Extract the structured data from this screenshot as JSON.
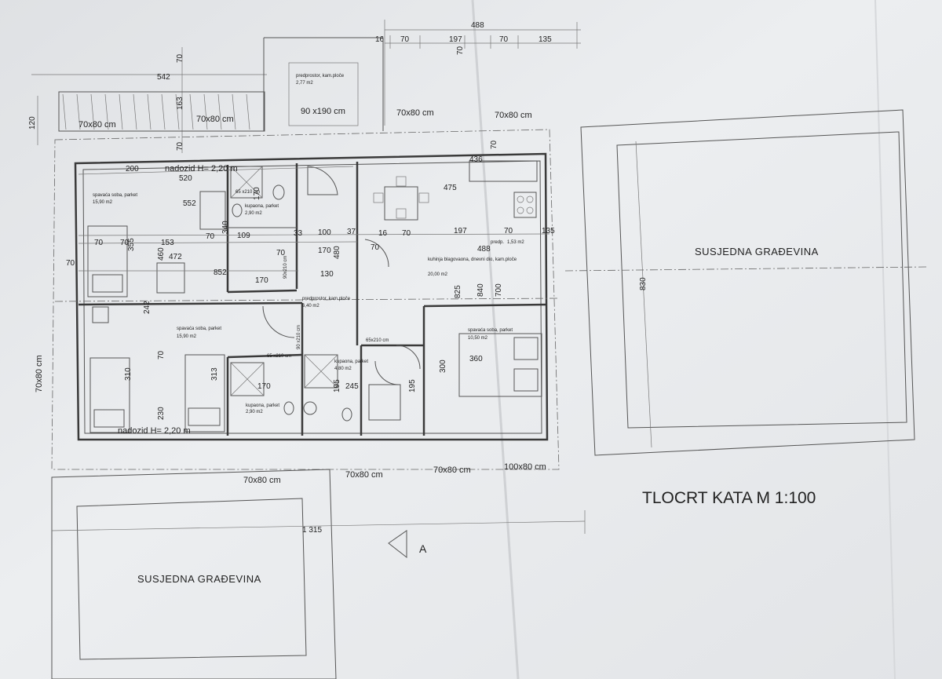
{
  "title": "TLOCRT KATA  M 1:100",
  "north_label": "A",
  "neighbor_label": "SUSJEDNA GRAĐEVINA",
  "rooms": {
    "bed1": {
      "name": "spavaća soba, parket",
      "area": "15,90 m2"
    },
    "bath1": {
      "name": "kupaona, parket",
      "area": "2,90 m2"
    },
    "bed2": {
      "name": "spavaća soba, parket",
      "area": "15,90 m2"
    },
    "bath2": {
      "name": "kupaona, parket",
      "area": "2,90 m2"
    },
    "hall": {
      "name": "predprostor, kam.ploče",
      "area": "6,40 m2"
    },
    "bath3": {
      "name": "kupaona, parket",
      "area": "4,80 m2"
    },
    "kitchen": {
      "name": "kuhinja blagovaona, dnevni dio, kam.ploče",
      "area": "20,00 m2"
    },
    "bed3": {
      "name": "spavaća soba, parket",
      "area": "10,50 m2"
    },
    "entry": {
      "name": "predprostor, kam.ploče",
      "area": "2,77 m2"
    },
    "predp": {
      "name": "predp.",
      "area": "1,53 m2"
    }
  },
  "parapet_labels": {
    "top": "nadozid H= 2,20 m",
    "bottom": "nadozid H= 2,20 m"
  },
  "openings": {
    "w_top_left": "70x80 cm",
    "w_top_mid": "70x80 cm",
    "w_entry": "90 x190 cm",
    "w_top_r1": "70x80 cm",
    "w_top_r2": "70x80 cm",
    "w_left": "70x80 cm",
    "w_bottom_left": "70x80 cm",
    "w_bottom_mid": "70x80 cm",
    "w_bottom_r1": "70x80 cm",
    "w_bottom_r2": "100x80 cm",
    "d1": "65 x210 cm",
    "d2": "90x210 cm",
    "d3": "90 x210 cm",
    "d4": "65x210 cm",
    "d5": "65 x210 cm"
  },
  "dims": {
    "d488a": "488",
    "d16a": "16",
    "d70a": "70",
    "d197a": "197",
    "d70b": "70",
    "d70c": "70",
    "d135a": "135",
    "d542": "542",
    "d70v": "70",
    "d120": "120",
    "d163": "163",
    "d70v2": "70",
    "d200": "200",
    "d520": "520",
    "d552": "552",
    "d170a": "170",
    "d340": "340",
    "d70d": "70",
    "d70e": "70",
    "d153": "153",
    "d70f": "70",
    "d109": "109",
    "d33": "33",
    "d100": "100",
    "d37": "37",
    "d16b": "16",
    "d70g": "70",
    "d197b": "197",
    "d70h": "70",
    "d135b": "135",
    "d488b": "488",
    "d70i": "70",
    "d460": "460",
    "d472": "472",
    "d355": "355",
    "d852": "852",
    "d170b": "170",
    "d130": "130",
    "d70j": "70",
    "d170c": "170",
    "d480": "480",
    "d70k": "70",
    "d436": "436",
    "d475": "475",
    "d70l": "70",
    "d825": "825",
    "d840": "840",
    "d700": "700",
    "d830": "830",
    "d310": "310",
    "d70m": "70",
    "d313": "313",
    "d230": "230",
    "d242": "242",
    "d170d": "170",
    "d195a": "195",
    "d245": "245",
    "d195b": "195",
    "d300": "300",
    "d360": "360",
    "d1315": "1 315"
  }
}
